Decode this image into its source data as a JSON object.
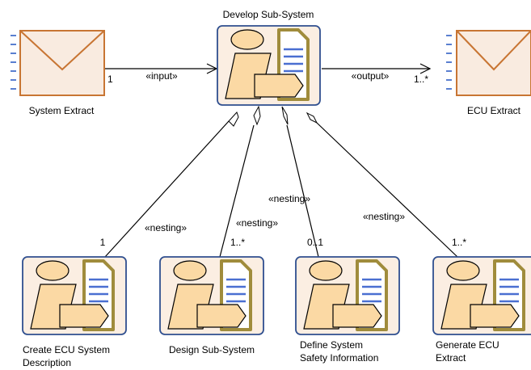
{
  "diagram": {
    "central_task": {
      "label": "Develop Sub-System"
    },
    "input_artifact": {
      "label": "System Extract",
      "multiplicity": "1",
      "stereotype": "«input»"
    },
    "output_artifact": {
      "label": "ECU Extract",
      "multiplicity": "1..*",
      "stereotype": "«output»"
    },
    "nested_tasks": [
      {
        "label_lines": [
          "Create ECU System",
          "Description"
        ],
        "multiplicity": "1",
        "stereotype": "«nesting»"
      },
      {
        "label_lines": [
          "Design Sub-System"
        ],
        "multiplicity": "1..*",
        "stereotype": "«nesting»"
      },
      {
        "label_lines": [
          "Define System",
          "Safety Information"
        ],
        "multiplicity": "0..1",
        "stereotype": "«nesting»"
      },
      {
        "label_lines": [
          "Generate ECU",
          "Extract"
        ],
        "multiplicity": "1..*",
        "stereotype": "«nesting»"
      }
    ]
  },
  "colors": {
    "task_box_fill": "#fbeee2",
    "task_box_border": "#2f4f8f",
    "figure_fill": "#fbd9a4",
    "document_border": "#a08c3c",
    "document_lines": "#4a6fd1",
    "envelope_fill": "#f9ebe0",
    "envelope_border": "#c87533",
    "envelope_dashes": "#5a7fd0",
    "line": "#000000"
  },
  "icons": {
    "task": "task-icon",
    "artifact": "envelope-icon"
  }
}
